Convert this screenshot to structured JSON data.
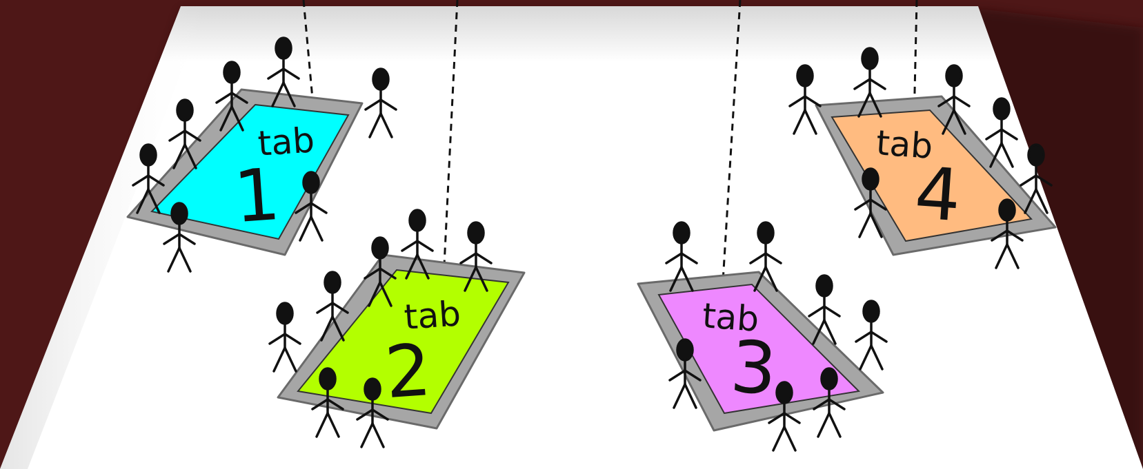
{
  "colors": {
    "background": "#4e1717",
    "floor": "#ffffff",
    "bezel": "#a6a6a6",
    "tab1": "#00ffff",
    "tab2": "#b3ff00",
    "tab3": "#ee88ff",
    "tab4": "#ffbb80"
  },
  "tabletops": [
    {
      "id": "1",
      "word": "tab",
      "number": "1",
      "color": "#00ffff"
    },
    {
      "id": "2",
      "word": "tab",
      "number": "2",
      "color": "#b3ff00"
    },
    {
      "id": "3",
      "word": "tab",
      "number": "3",
      "color": "#ee88ff"
    },
    {
      "id": "4",
      "word": "tab",
      "number": "4",
      "color": "#ffbb80"
    }
  ]
}
